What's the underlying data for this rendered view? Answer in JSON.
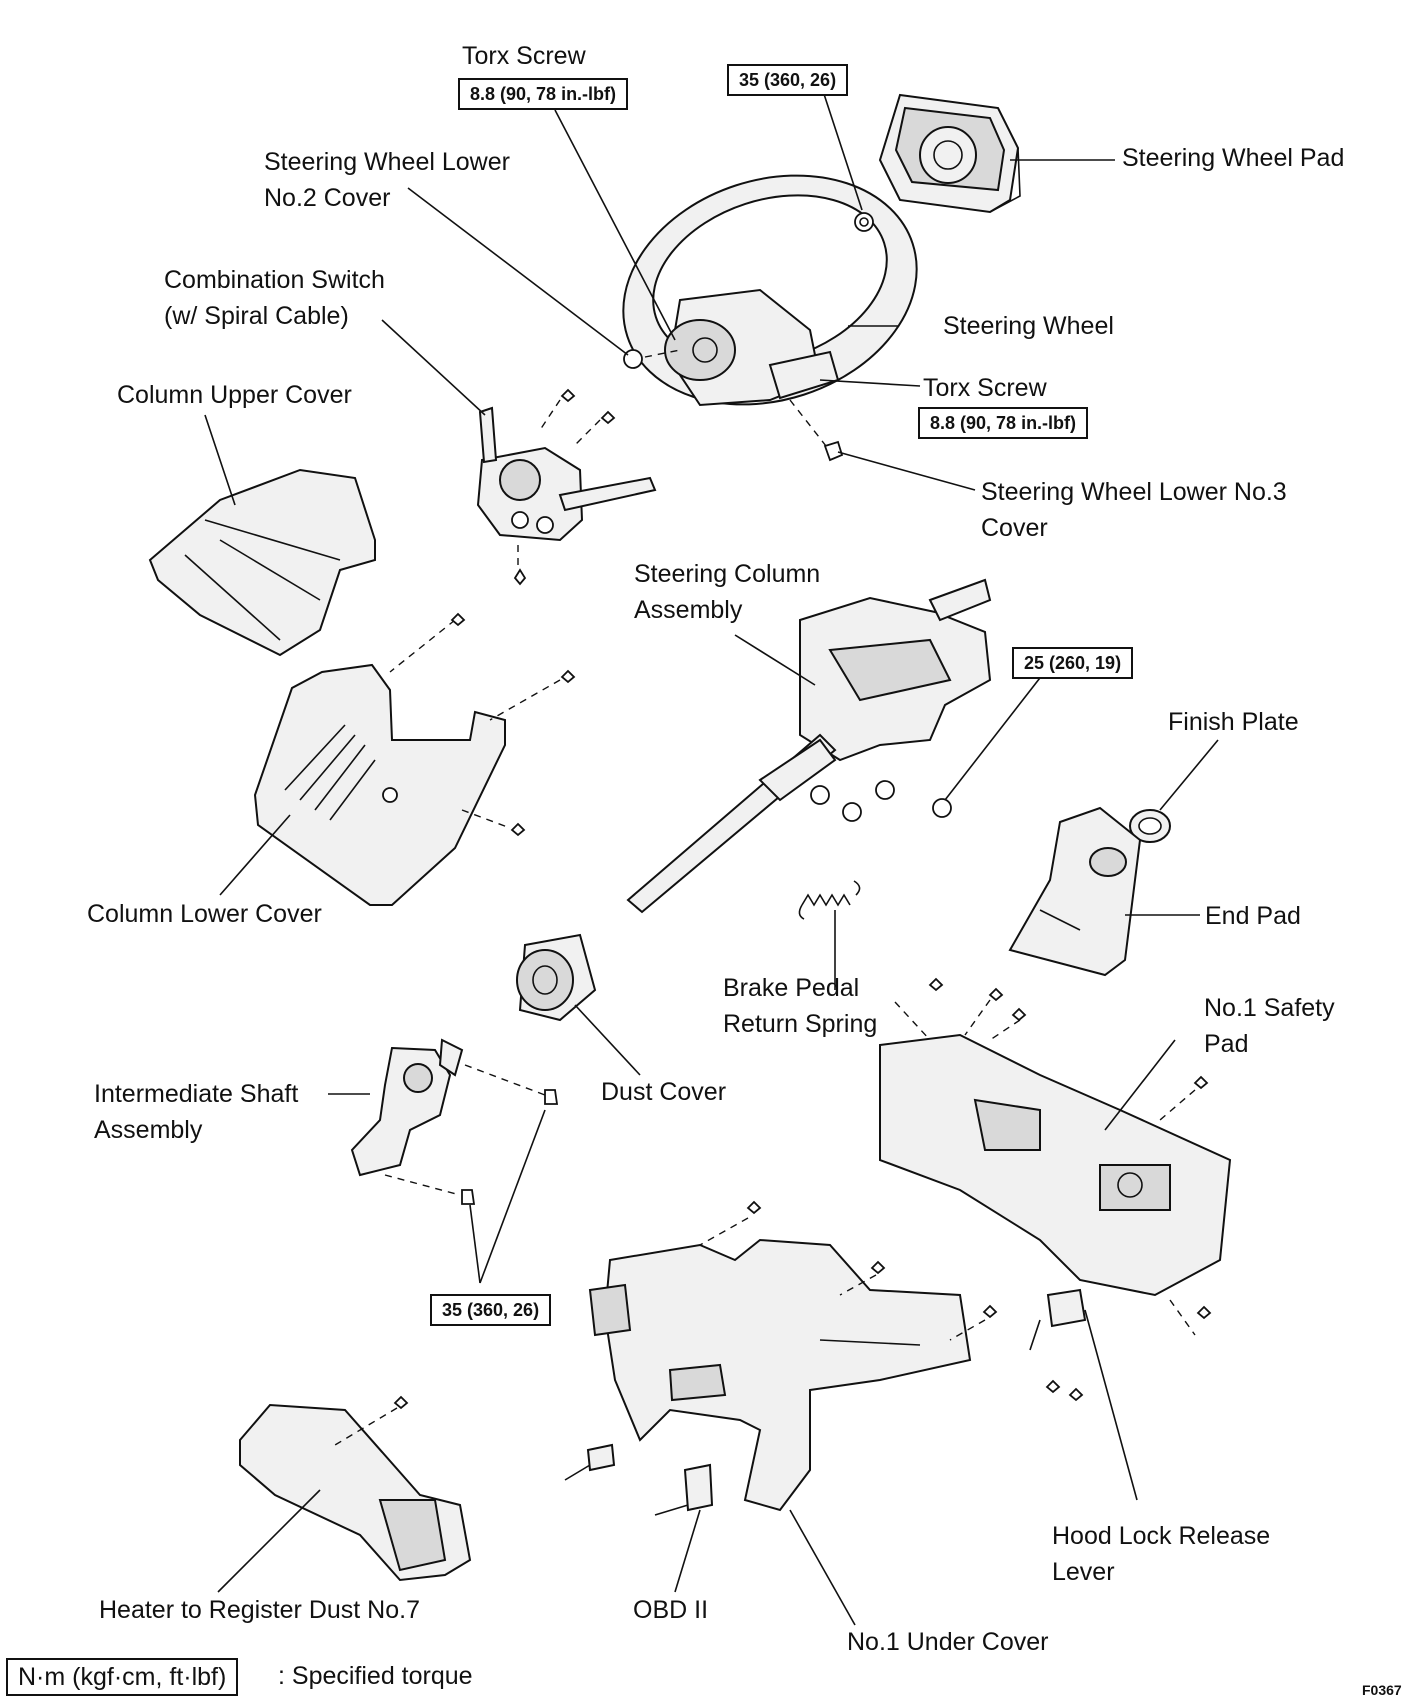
{
  "labels": {
    "torx_screw_top": "Torx Screw",
    "steering_wheel_pad": "Steering Wheel Pad",
    "lower_no2_cover_1": "Steering Wheel Lower",
    "lower_no2_cover_2": "No.2 Cover",
    "combination_switch_1": "Combination Switch",
    "combination_switch_2": "(w/ Spiral Cable)",
    "steering_wheel": "Steering Wheel",
    "column_upper_cover": "Column Upper Cover",
    "torx_screw_right": "Torx Screw",
    "lower_no3_cover_1": "Steering Wheel Lower No.3",
    "lower_no3_cover_2": "Cover",
    "steering_column_1": "Steering Column",
    "steering_column_2": "Assembly",
    "finish_plate": "Finish Plate",
    "column_lower_cover": "Column Lower Cover",
    "end_pad": "End Pad",
    "brake_spring_1": "Brake Pedal",
    "brake_spring_2": "Return Spring",
    "safety_pad_1": "No.1 Safety",
    "safety_pad_2": "Pad",
    "intermediate_shaft_1": "Intermediate Shaft",
    "intermediate_shaft_2": "Assembly",
    "dust_cover": "Dust Cover",
    "hood_lock_1": "Hood Lock Release",
    "hood_lock_2": "Lever",
    "heater_duct": "Heater to Register Dust No.7",
    "obd": "OBD II",
    "under_cover": "No.1 Under Cover"
  },
  "torque": {
    "torx_top": "8.8 (90, 78 in.-lbf)",
    "wheel_nut": "35 (360, 26)",
    "torx_right": "8.8 (90, 78 in.-lbf)",
    "column_nut": "25 (260, 19)",
    "shaft_bolt": "35 (360, 26)"
  },
  "legend": {
    "unit_box": "N·m (kgf·cm, ft·lbf)",
    "description": ": Specified torque"
  },
  "figure_code": "F0367"
}
